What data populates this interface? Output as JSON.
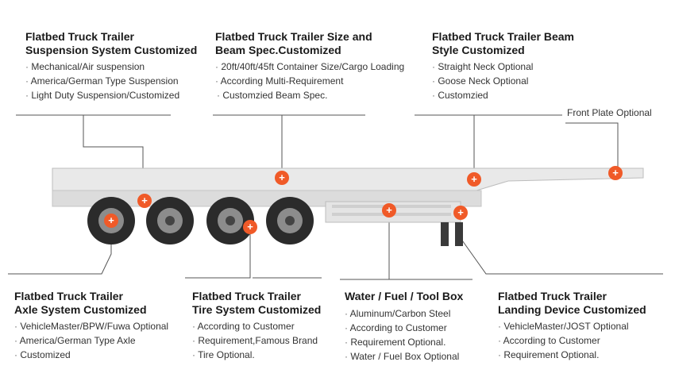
{
  "blocks": {
    "suspension": {
      "title1": "Flatbed Truck Trailer",
      "title2": "Suspension System Customized",
      "items": [
        "Mechanical/Air suspension",
        "America/German Type Suspension",
        "Light Duty Suspension/Customized"
      ]
    },
    "size_beam": {
      "title1": "Flatbed Truck Trailer  Size and",
      "title2": "Beam Spec.Customized",
      "items": [
        "20ft/40ft/45ft Container Size/Cargo Loading",
        "According Multi-Requirement",
        "Customzied Beam Spec."
      ]
    },
    "beam_style": {
      "title1": "Flatbed Truck Trailer  Beam",
      "title2": "Style Customized",
      "items": [
        "Straight Neck Optional",
        "Goose Neck Optional",
        "Customzied"
      ]
    },
    "front_plate": {
      "label": "Front Plate Optional"
    },
    "axle": {
      "title1": "Flatbed Truck Trailer",
      "title2": "Axle System Customized",
      "items": [
        "VehicleMaster/BPW/Fuwa Optional",
        "America/German Type Axle",
        "Customized"
      ]
    },
    "tire": {
      "title1": "Flatbed Truck Trailer",
      "title2": "Tire System Customized",
      "items": [
        "According to Customer",
        "Requirement,Famous Brand",
        "Tire Optional."
      ]
    },
    "box": {
      "title1": "Water / Fuel / Tool Box",
      "items": [
        "Aluminum/Carbon Steel",
        "According to Customer",
        "Requirement Optional.",
        "Water / Fuel Box Optional"
      ]
    },
    "landing": {
      "title1": "Flatbed Truck Trailer",
      "title2": "Landing Device Customized",
      "items": [
        "VehicleMaster/JOST Optional",
        "According to Customer",
        "Requirement Optional."
      ]
    }
  },
  "colors": {
    "hotspot": "#f05a28",
    "trailer_body": "#e8e8e8",
    "tire": "#2b2b2b",
    "line": "#555555"
  }
}
